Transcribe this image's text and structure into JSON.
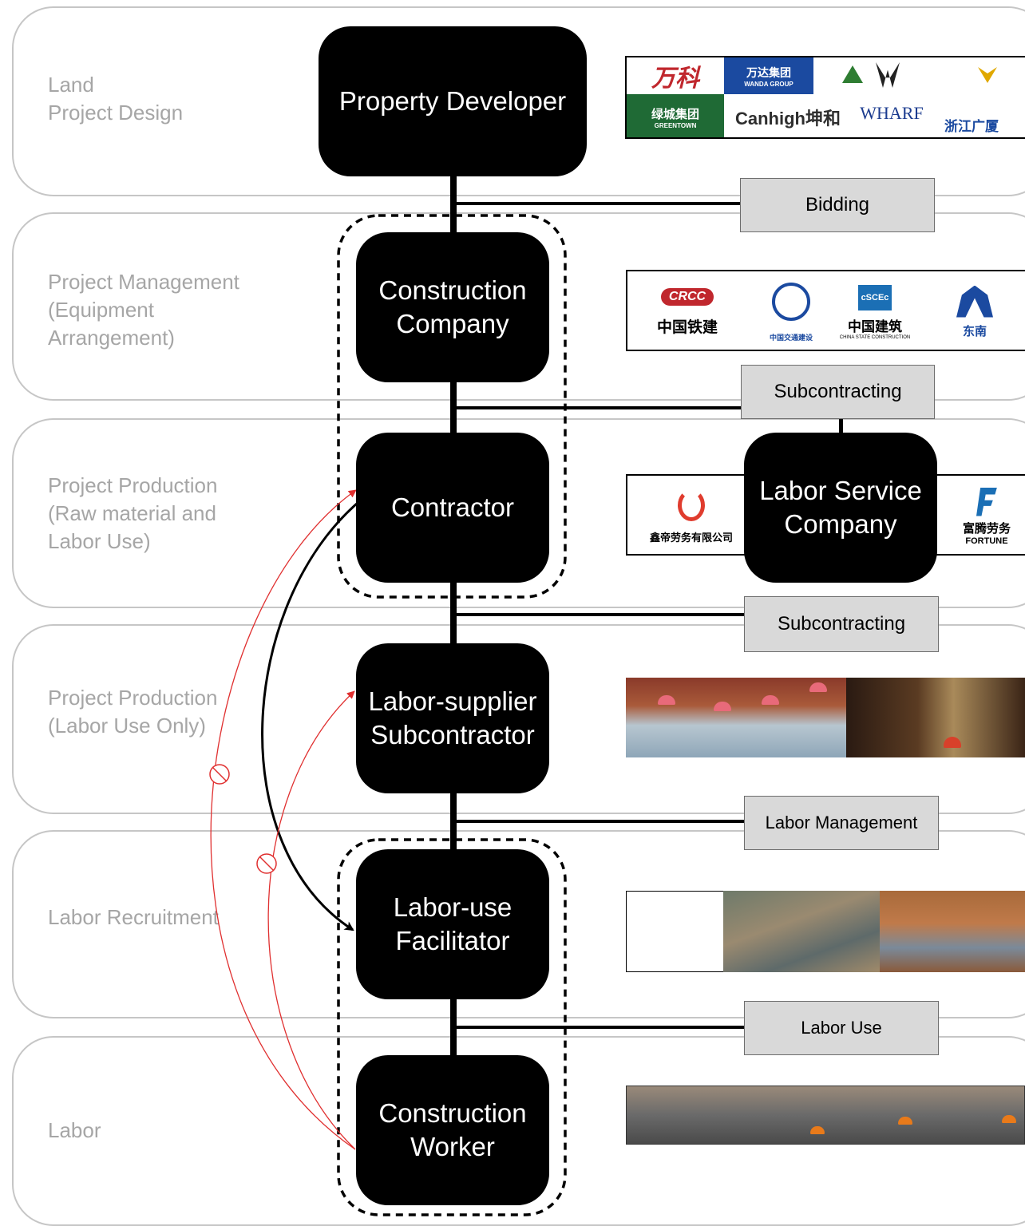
{
  "bands": [
    {
      "label": "Land\nProject Design"
    },
    {
      "label": "Project Management\n(Equipment\nArrangement)"
    },
    {
      "label": "Project Production\n(Raw material and\nLabor Use)"
    },
    {
      "label": "Project Production\n(Labor Use Only)"
    },
    {
      "label": "Labor Recruitment"
    },
    {
      "label": "Labor"
    }
  ],
  "nodes": {
    "property_developer": "Property Developer",
    "construction_company": "Construction\nCompany",
    "contractor": "Contractor",
    "labor_service_company": "Labor Service\nCompany",
    "labor_supplier": "Labor-supplier\nSubcontractor",
    "labor_use_facilitator": "Labor-use\nFacilitator",
    "construction_worker": "Construction\nWorker"
  },
  "relations": {
    "bidding": "Bidding",
    "subcontracting_1": "Subcontracting",
    "subcontracting_2": "Subcontracting",
    "labor_management": "Labor Management",
    "labor_use": "Labor Use"
  },
  "logos": {
    "developers": [
      "万科",
      "万达集团",
      "绿城集团",
      "Canhigh坤和",
      "WHARF",
      "浙江广厦"
    ],
    "construction": [
      "中国铁建",
      "中国交通建设",
      "中国建筑",
      "东南"
    ],
    "labor_service": [
      "鑫帝劳务有限公司",
      "富腾劳务"
    ],
    "labor_service_en": "FORTUNE",
    "wanda_en": "WANDA GROUP",
    "greentown_en": "GREENTOWN",
    "cscec_en": "CHINA STATE CONSTRUCTION",
    "crcc_mark": "CRCC",
    "cscec_mark": "cSCEc"
  },
  "colors": {
    "node_fill": "#000000",
    "band_border": "#c6c6c6",
    "band_text": "#a6a6a6",
    "relation_fill": "#d9d9d9",
    "red_path": "#e03030"
  },
  "icons": [
    "no-entry-icon"
  ]
}
